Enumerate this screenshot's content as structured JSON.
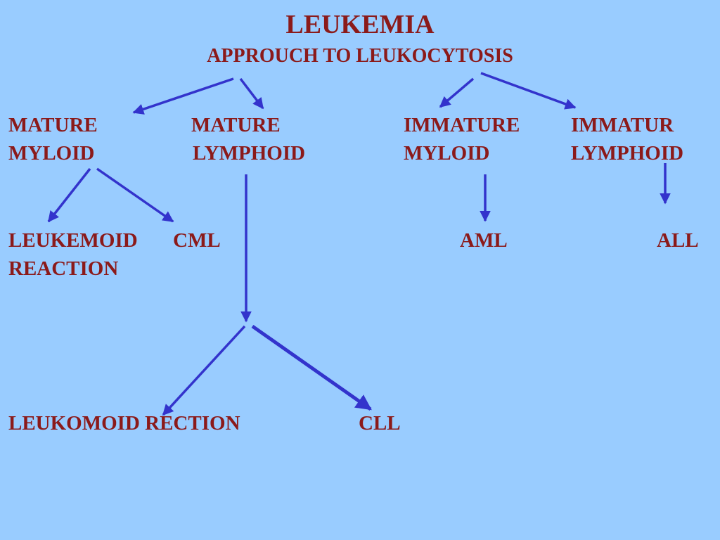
{
  "title": "LEUKEMIA",
  "subtitle": "APPROUCH TO LEUKOCYTOSIS",
  "nodes": {
    "mature_myloid": {
      "line1": "MATURE",
      "line2": "MYLOID"
    },
    "mature_lymphoid": {
      "line1": "MATURE",
      "line2": "LYMPHOID"
    },
    "immature_myloid": {
      "line1": "IMMATURE",
      "line2": "MYLOID"
    },
    "immature_lymphoid": {
      "line1": "IMMATUR",
      "line2": "LYMPHOID"
    },
    "leukemoid_reaction": {
      "line1": "LEUKEMOID",
      "line2": "REACTION"
    },
    "cml": "CML",
    "aml": "AML",
    "all": "ALL",
    "leukomoid_rection": "LEUKOMOID RECTION",
    "cll": "CLL"
  },
  "colors": {
    "background": "#99ccff",
    "text": "#8b1a1a",
    "arrow": "#3333cc"
  }
}
